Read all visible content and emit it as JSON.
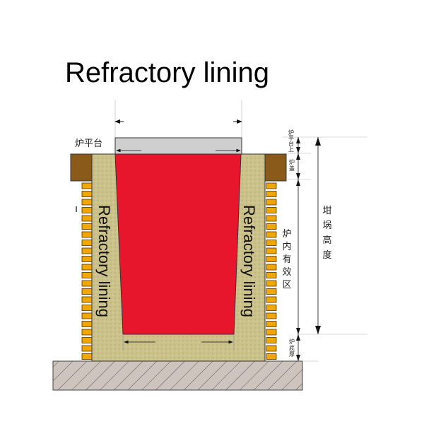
{
  "title": "Refractory lining",
  "lining_label_left": "Refractory lining",
  "lining_label_right": "Refractory lining",
  "labels": {
    "furnace_platform": "炉平台",
    "above_platform": [
      "炉",
      "平",
      "台",
      "上"
    ],
    "furnace_cover": [
      "炉",
      "盖"
    ],
    "effective_zone": [
      "炉",
      "内",
      "有",
      "效",
      "区"
    ],
    "crucible_height": [
      "坩",
      "埚",
      "高",
      "度"
    ],
    "bottom_thickness": [
      "炉",
      "底",
      "厚"
    ]
  },
  "colors": {
    "crucible": "#e8162c",
    "lining": "#c9bf86",
    "platform": "#8a5a1a",
    "brick": "#f0a800",
    "lid": "#cfcfcf",
    "base": "#c8c0b8"
  }
}
